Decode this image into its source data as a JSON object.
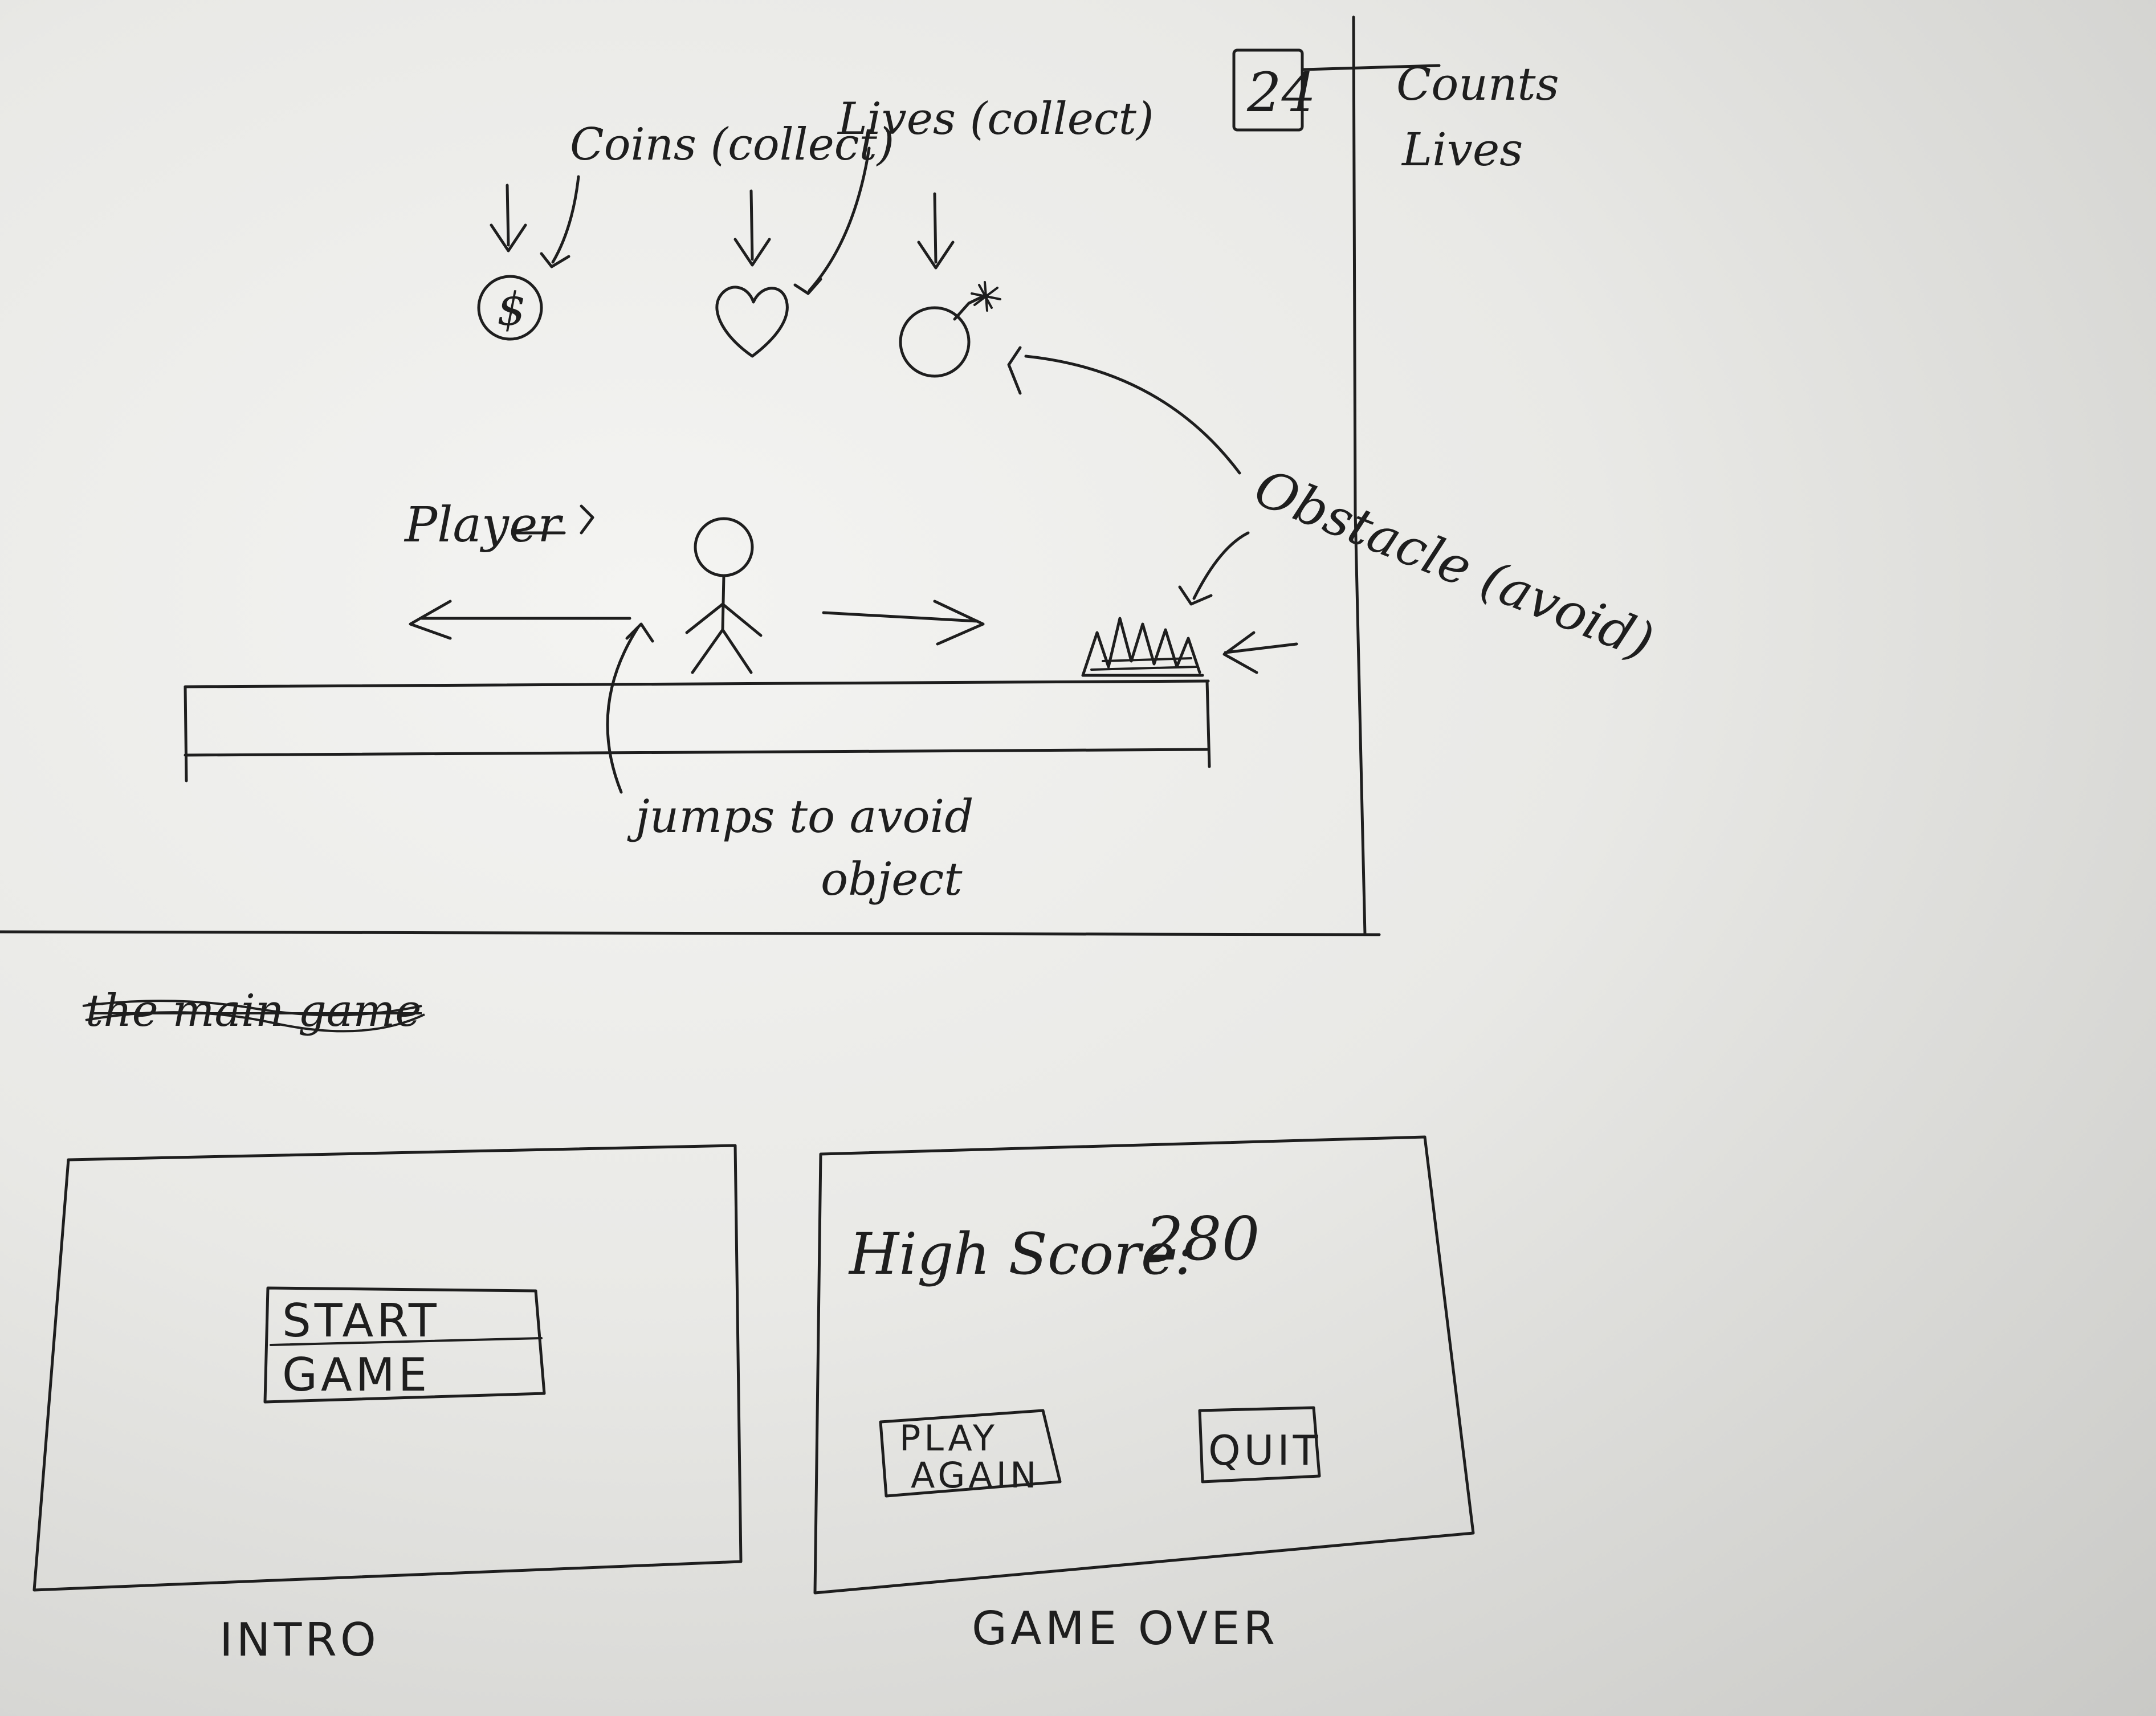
{
  "game_screen": {
    "counter_value": "24",
    "counter_label_line1": "Counts",
    "counter_label_line2": "Lives",
    "coins_label": "Coins (collect)",
    "lives_label": "Lives (collect)",
    "coin_symbol": "$",
    "player_label": "Player",
    "obstacle_label": "Obstacle (avoid)",
    "jump_label_line1": "jumps to avoid",
    "jump_label_line2": "object"
  },
  "crossed_out_text": "the main game",
  "intro_screen": {
    "button_line1": "START",
    "button_line2": "GAME",
    "caption": "INTRO"
  },
  "game_over_screen": {
    "high_score_label": "High Score:",
    "high_score_value": "280",
    "play_again_line1": "PLAY",
    "play_again_line2": "AGAIN",
    "quit_label": "QUIT",
    "caption": "GAME OVER"
  },
  "icons": [
    "coin-icon",
    "heart-icon",
    "bomb-icon",
    "stick-figure-player",
    "spikes-obstacle"
  ],
  "colors": {
    "ink": "#1e1e1e",
    "paper": "#efefec"
  }
}
